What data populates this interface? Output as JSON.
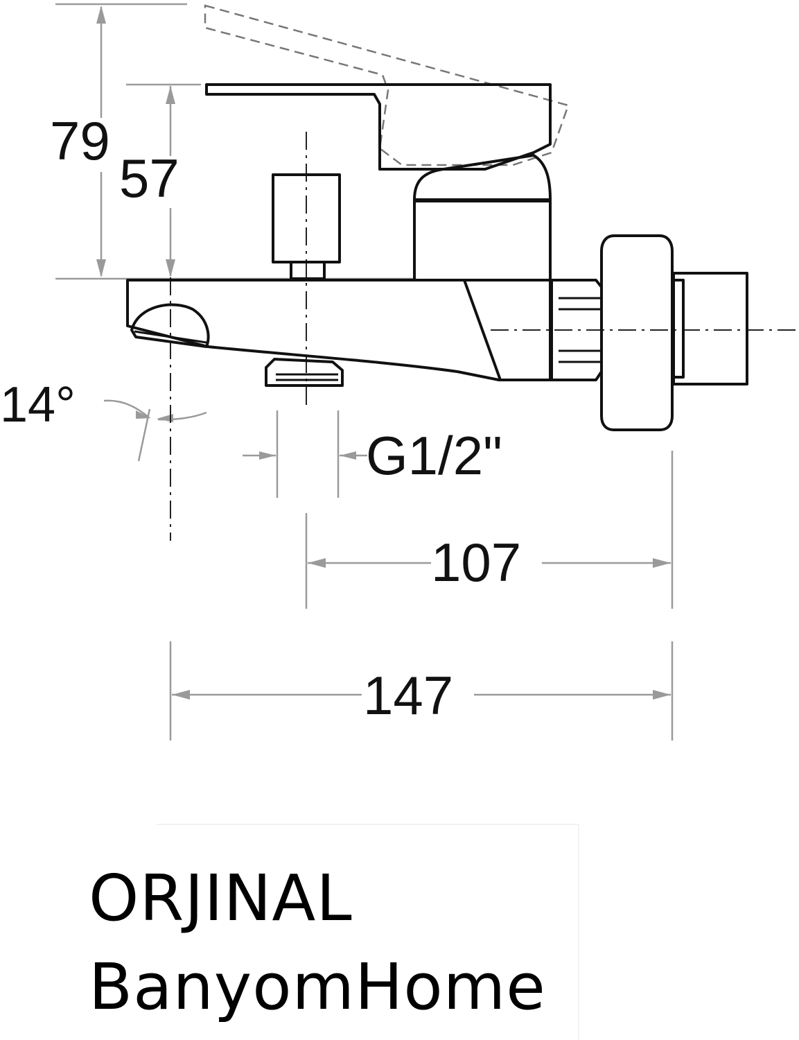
{
  "diagram": {
    "dimensions": {
      "overall_height": "79",
      "body_height": "57",
      "spout_angle": "14°",
      "connection_thread": "G1/2\"",
      "center_to_wall": "107",
      "total_length": "147"
    },
    "colors": {
      "outline": "#111111",
      "dimension_line": "#9a9a9a",
      "background": "#ffffff"
    }
  },
  "watermark": {
    "line1": "ORJINAL",
    "line2": "BanyomHome"
  }
}
